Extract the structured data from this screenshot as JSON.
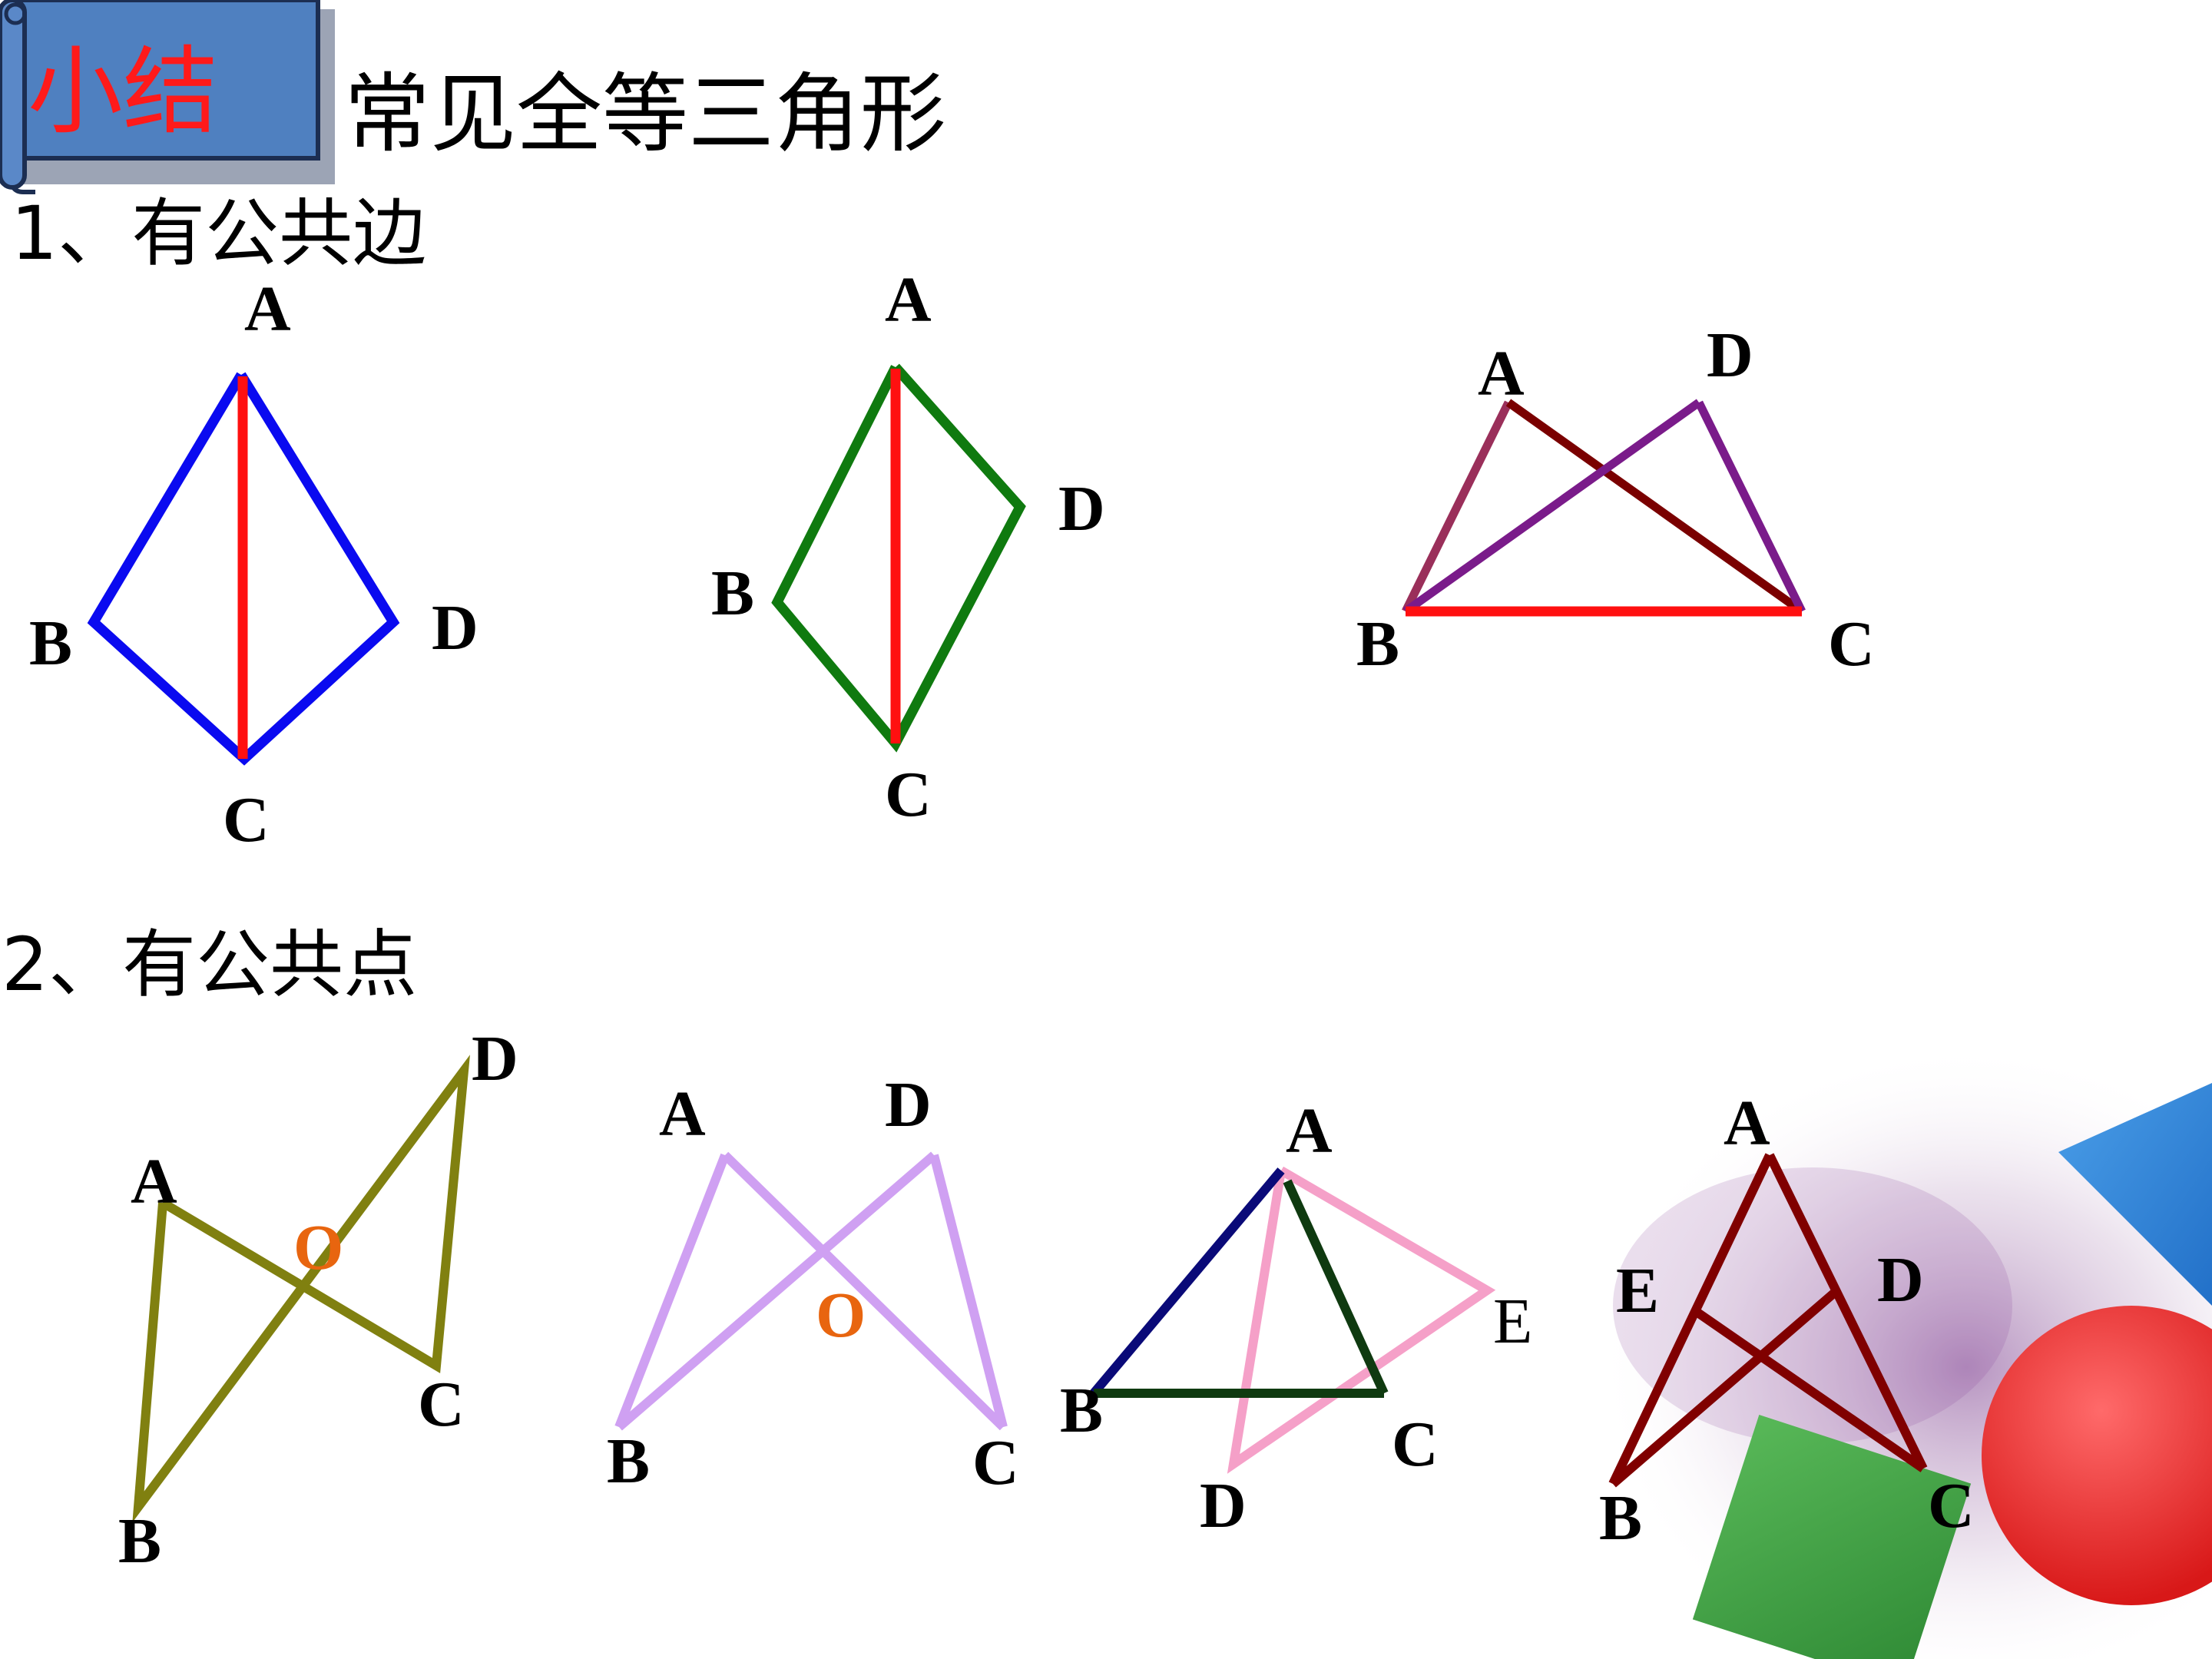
{
  "header": {
    "badge": "小结",
    "title": "常见全等三角形"
  },
  "sections": [
    {
      "label": "1、有公共边"
    },
    {
      "label": "2、有公共点"
    }
  ],
  "figures": [
    {
      "id": "fig1",
      "labels": [
        "A",
        "B",
        "C",
        "D"
      ],
      "colors": {
        "sides": "#0a0af0",
        "shared": "#ff1010"
      }
    },
    {
      "id": "fig2",
      "labels": [
        "A",
        "B",
        "C",
        "D"
      ],
      "colors": {
        "sides": "#0f7a0f",
        "shared": "#ff1010"
      }
    },
    {
      "id": "fig3",
      "labels": [
        "A",
        "D",
        "B",
        "C"
      ],
      "colors": {
        "AB": "#9a2f5a",
        "AC": "#7a0000",
        "BD": "#7a1b8a",
        "DC": "#7a1b8a",
        "shared": "#ff1010"
      }
    },
    {
      "id": "fig4",
      "labels": [
        "D",
        "A",
        "O",
        "C",
        "B"
      ],
      "colors": {
        "lines": "#808010",
        "point": "#e8650f"
      }
    },
    {
      "id": "fig5",
      "labels": [
        "A",
        "D",
        "O",
        "B",
        "C"
      ],
      "colors": {
        "lines": "#cfa0f2",
        "point": "#e8650f"
      }
    },
    {
      "id": "fig6",
      "labels": [
        "A",
        "E",
        "B",
        "C",
        "D"
      ],
      "colors": {
        "AB": "#0a0a78",
        "AC_BC": "#0f3a10",
        "pink": "#f5a0c8"
      }
    },
    {
      "id": "fig7",
      "labels": [
        "A",
        "E",
        "D",
        "B",
        "C"
      ],
      "colors": {
        "lines": "#800000"
      }
    }
  ]
}
